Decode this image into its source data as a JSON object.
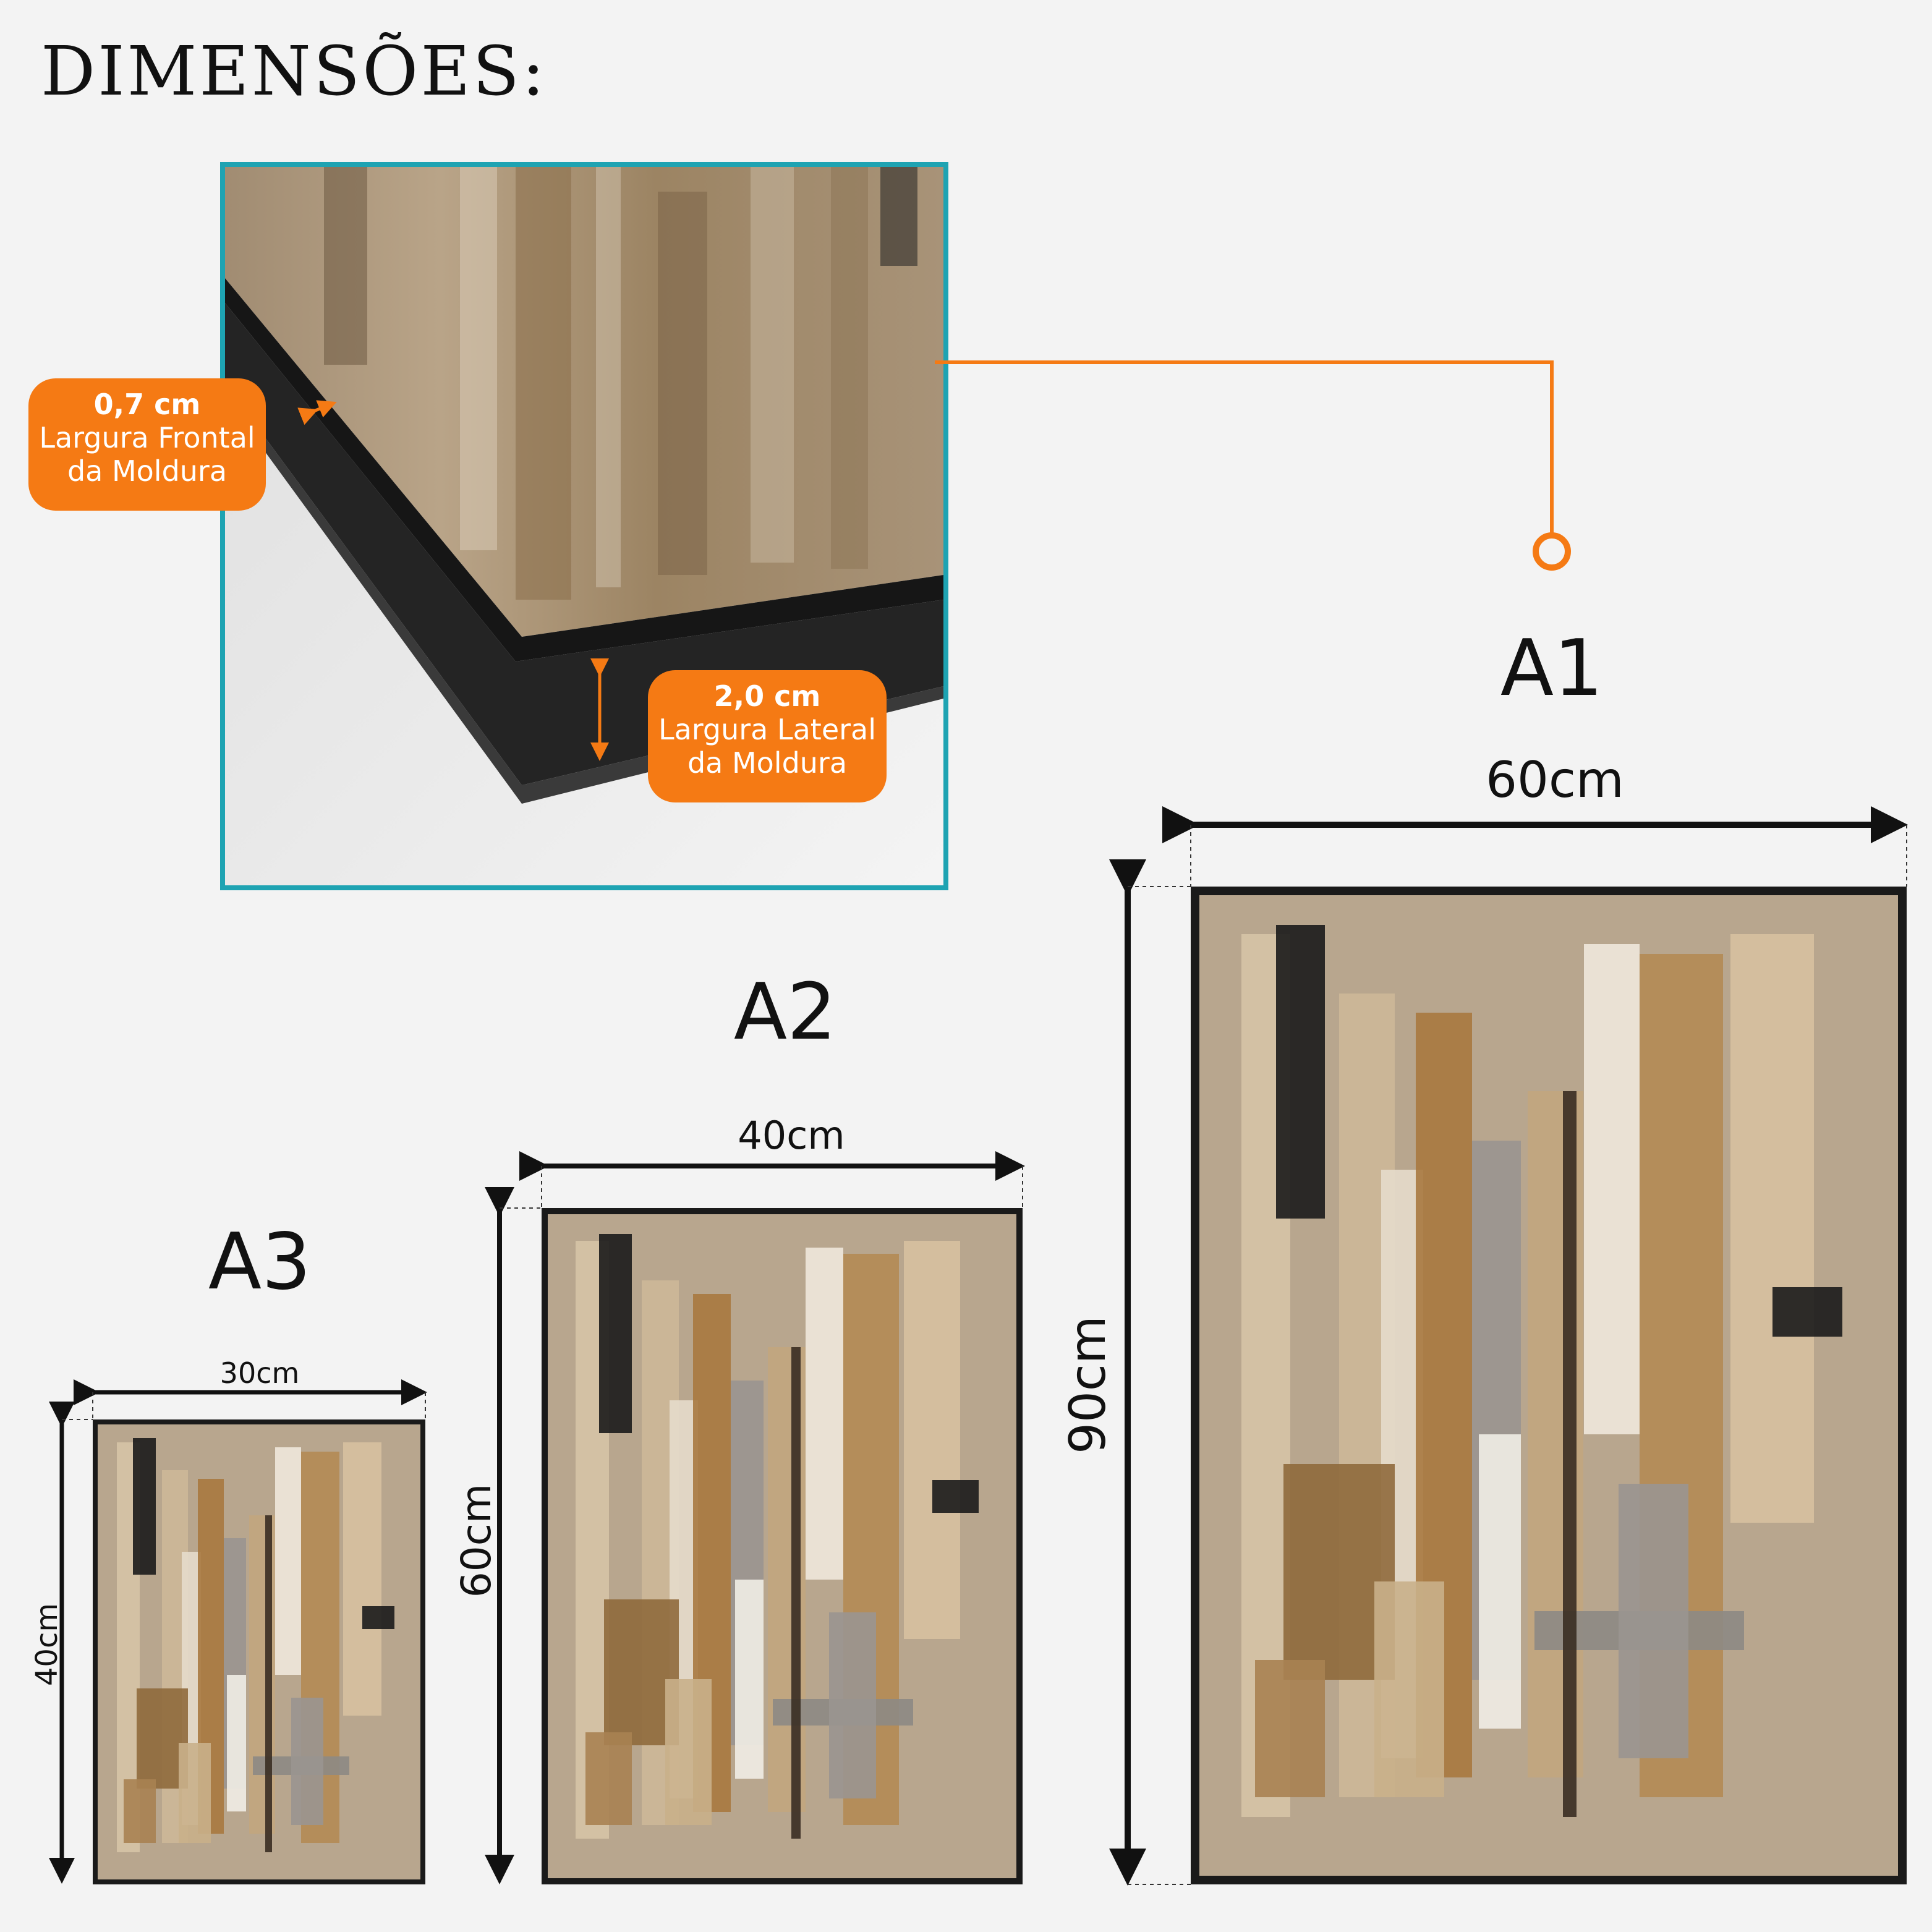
{
  "heading": "DIMENSÕES:",
  "frame_detail": {
    "front": {
      "value": "0,7 cm",
      "line1": "Largura Frontal",
      "line2": "da Moldura"
    },
    "side": {
      "value": "2,0 cm",
      "line1": "Largura Lateral",
      "line2": "da Moldura"
    }
  },
  "sizes": [
    {
      "name": "A1",
      "width": "60cm",
      "height": "90cm"
    },
    {
      "name": "A2",
      "width": "40cm",
      "height": "60cm"
    },
    {
      "name": "A3",
      "width": "30cm",
      "height": "40cm"
    }
  ],
  "colors": {
    "accent": "#f57a14",
    "zoom_border": "#1ea3b2",
    "frame": "#1a1a1a",
    "background": "#f3f3f3"
  }
}
